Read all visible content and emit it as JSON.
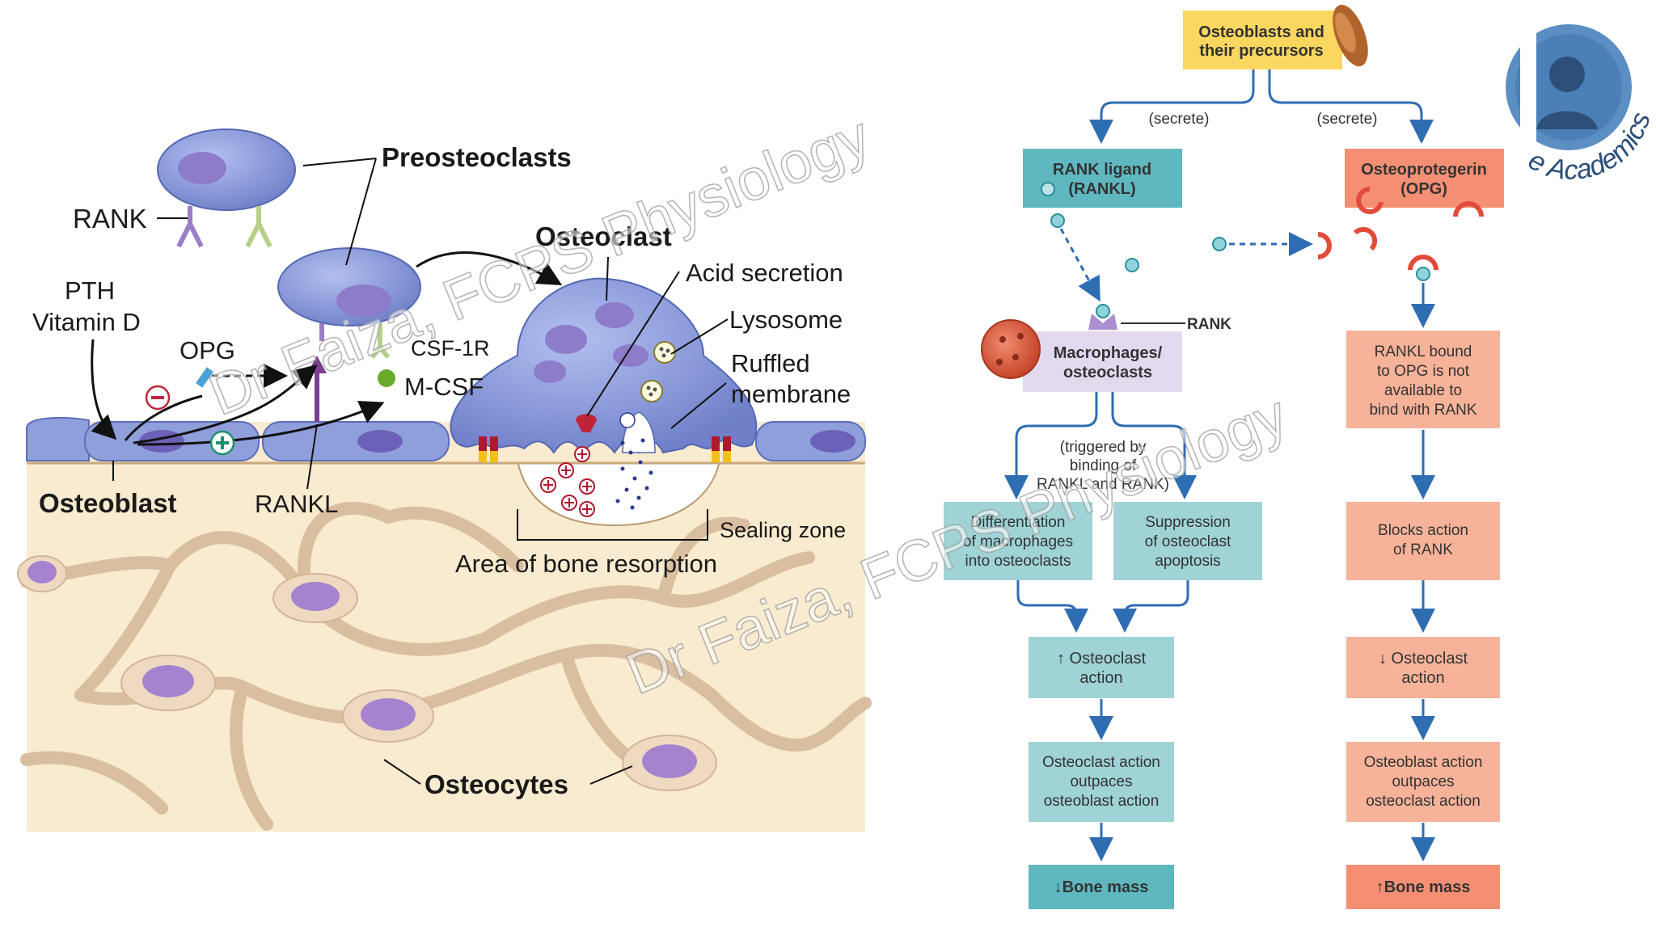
{
  "left_panel": {
    "labels": {
      "preosteoclasts": "Preosteoclasts",
      "rank": "RANK",
      "osteoclast": "Osteoclast",
      "pth": "PTH",
      "vitamin_d": "Vitamin D",
      "opg": "OPG",
      "csf1r": "CSF-1R",
      "mcsf": "M-CSF",
      "acid_secretion": "Acid secretion",
      "lysosome": "Lysosome",
      "ruffled_1": "Ruffled",
      "ruffled_2": "membrane",
      "osteoblast": "Osteoblast",
      "rankl": "RANKL",
      "sealing_zone": "Sealing zone",
      "area_resorption": "Area of bone resorption",
      "osteocytes": "Osteocytes"
    },
    "colors": {
      "bone": "#f8ebcf",
      "cell": "#8f9fdb",
      "nucleus": "#9b7ec8",
      "osteocyte": "#efd9c0"
    }
  },
  "flowchart": {
    "top": {
      "line1": "Osteoblasts and",
      "line2": "their precursors"
    },
    "secrete_left": "(secrete)",
    "secrete_right": "(secrete)",
    "rankl_box": {
      "line1": "RANK ligand",
      "line2": "(RANKL)"
    },
    "opg_box": {
      "line1": "Osteoprotegerin",
      "line2": "(OPG)"
    },
    "rank_label": "RANK",
    "macro_box": {
      "line1": "Macrophages/",
      "line2": "osteoclasts"
    },
    "triggered": {
      "line1": "(triggered by",
      "line2": "binding of",
      "line3": "RANKL and RANK)"
    },
    "diff_box": {
      "line1": "Differentiation",
      "line2": "of macrophages",
      "line3": "into osteoclasts"
    },
    "supp_box": {
      "line1": "Suppression",
      "line2": "of osteoclast",
      "line3": "apoptosis"
    },
    "rankl_bound": {
      "line1": "RANKL bound",
      "line2": "to OPG is not",
      "line3": "available to",
      "line4": "bind with RANK"
    },
    "blocks_box": {
      "line1": "Blocks action",
      "line2": "of RANK"
    },
    "inc_oc": {
      "line1": "↑ Osteoclast",
      "line2": "action"
    },
    "dec_oc": {
      "line1": "↓ Osteoclast",
      "line2": "action"
    },
    "oc_outpace": {
      "line1": "Osteoclast action",
      "line2": "outpaces",
      "line3": "osteoblast action"
    },
    "ob_outpace": {
      "line1": "Osteoblast action",
      "line2": "outpaces",
      "line3": "osteoclast action"
    },
    "bone_dec": "↓Bone mass",
    "bone_inc": "↑Bone mass",
    "colors": {
      "teal": "#9fd3d6",
      "teal_dark": "#5fb7c0",
      "salmon": "#f7b39a",
      "salmon_dark": "#f58f73",
      "yellow": "#fbd760",
      "lilac": "#e3d9ef",
      "arrow": "#2f6db3"
    }
  },
  "watermarks": {
    "upper": "Dr Faiza, FCPS Physiology",
    "lower": "Dr Faiza, FCPS Physiology"
  },
  "logo": {
    "text": "e Academics"
  }
}
